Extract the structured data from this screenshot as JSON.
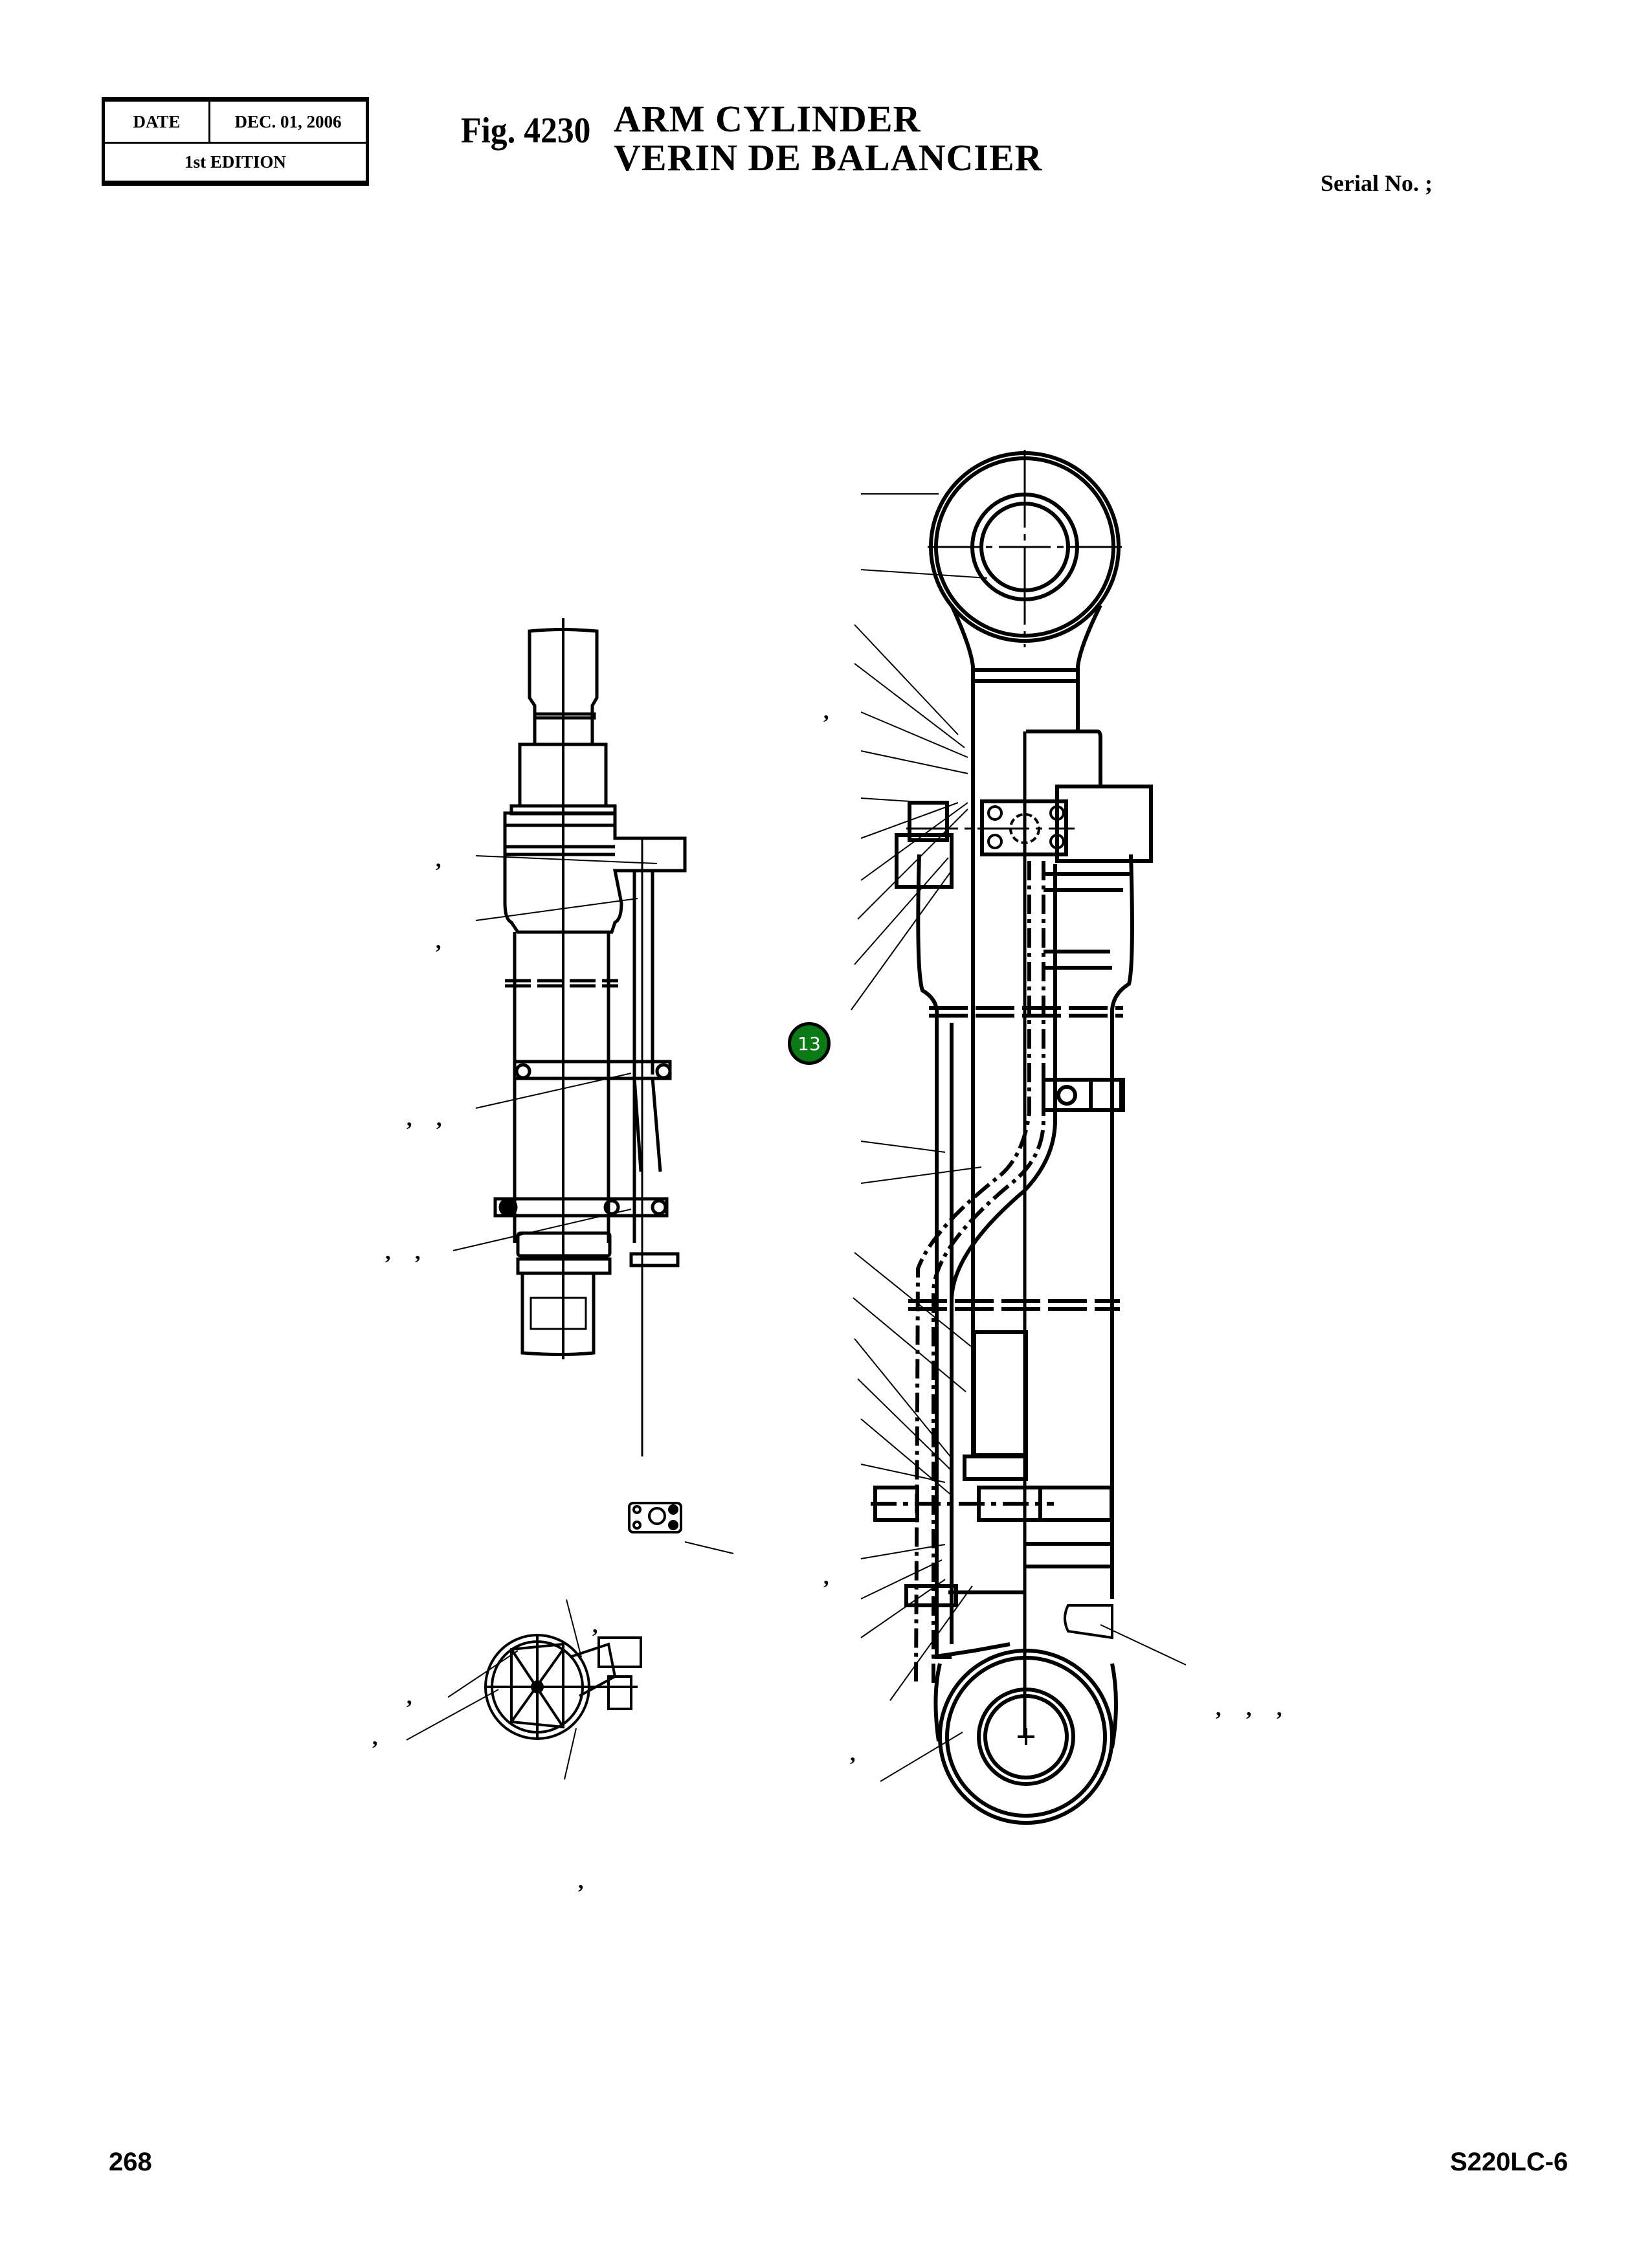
{
  "header": {
    "date_label": "DATE",
    "date_value": "DEC. 01, 2006",
    "edition": "1st EDITION",
    "figure_number": "Fig. 4230",
    "title_en": "ARM CYLINDER",
    "title_fr": "VERIN DE BALANCIER",
    "serial_label": "Serial No. ;"
  },
  "drawing": {
    "description": "Exploded parts diagram of arm cylinder (main side view, alternate side view, and end-view details)",
    "callouts": [
      {
        "id": "callout-13",
        "label": "13",
        "color": "#0a7a14"
      }
    ],
    "separator_marks": [
      ",",
      ",",
      ",",
      ",",
      ",",
      ",",
      ",",
      ",",
      ",",
      ",",
      ",",
      ",",
      ",",
      ",",
      ",",
      ",",
      ","
    ]
  },
  "footer": {
    "page_number": "268",
    "model": "S220LC-6"
  }
}
